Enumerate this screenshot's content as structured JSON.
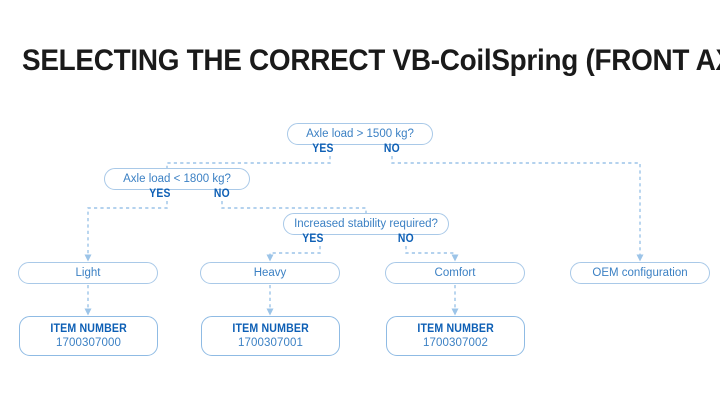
{
  "page": {
    "title": "SELECTING THE CORRECT VB-CoilSpring (FRONT AXLE)",
    "background": "#ffffff"
  },
  "colors": {
    "title_text": "#1a1a1a",
    "node_border": "#a9c9e8",
    "node_text": "#3c81c4",
    "branch_label": "#0d5fb5",
    "item_border": "#8fbbe4",
    "item_title": "#0d5fb5",
    "connector": "#9cc4e8"
  },
  "chart_data": {
    "type": "flowchart",
    "title": "SELECTING THE CORRECT VB-CoilSpring (FRONT AXLE)",
    "orientation": "top-down",
    "line_style": "dashed",
    "nodes": [
      {
        "id": "d1",
        "kind": "decision",
        "label": "Axle load > 1500 kg?"
      },
      {
        "id": "d2",
        "kind": "decision",
        "label": "Axle load < 1800 kg?"
      },
      {
        "id": "d3",
        "kind": "decision",
        "label": "Increased stability required?"
      },
      {
        "id": "r1",
        "kind": "result",
        "label": "Light"
      },
      {
        "id": "r2",
        "kind": "result",
        "label": "Heavy"
      },
      {
        "id": "r3",
        "kind": "result",
        "label": "Comfort"
      },
      {
        "id": "r4",
        "kind": "result",
        "label": "OEM configuration"
      },
      {
        "id": "i1",
        "kind": "item",
        "title": "ITEM NUMBER",
        "number": "1700307000"
      },
      {
        "id": "i2",
        "kind": "item",
        "title": "ITEM NUMBER",
        "number": "1700307001"
      },
      {
        "id": "i3",
        "kind": "item",
        "title": "ITEM NUMBER",
        "number": "1700307002"
      }
    ],
    "edges": [
      {
        "from": "d1",
        "to": "d2",
        "label": "YES"
      },
      {
        "from": "d1",
        "to": "r4",
        "label": "NO"
      },
      {
        "from": "d2",
        "to": "r1",
        "label": "YES"
      },
      {
        "from": "d2",
        "to": "d3",
        "label": "NO"
      },
      {
        "from": "d3",
        "to": "r2",
        "label": "YES"
      },
      {
        "from": "d3",
        "to": "r3",
        "label": "NO"
      },
      {
        "from": "r1",
        "to": "i1",
        "label": ""
      },
      {
        "from": "r2",
        "to": "i2",
        "label": ""
      },
      {
        "from": "r3",
        "to": "i3",
        "label": ""
      }
    ]
  },
  "decisions": {
    "d1": {
      "label": "Axle load > 1500 kg?",
      "yes": "YES",
      "no": "NO"
    },
    "d2": {
      "label": "Axle load < 1800 kg?",
      "yes": "YES",
      "no": "NO"
    },
    "d3": {
      "label": "Increased stability required?",
      "yes": "YES",
      "no": "NO"
    }
  },
  "results": {
    "light": "Light",
    "heavy": "Heavy",
    "comfort": "Comfort",
    "oem": "OEM configuration"
  },
  "items": [
    {
      "title": "ITEM NUMBER",
      "number": "1700307000"
    },
    {
      "title": "ITEM NUMBER",
      "number": "1700307001"
    },
    {
      "title": "ITEM NUMBER",
      "number": "1700307002"
    }
  ]
}
